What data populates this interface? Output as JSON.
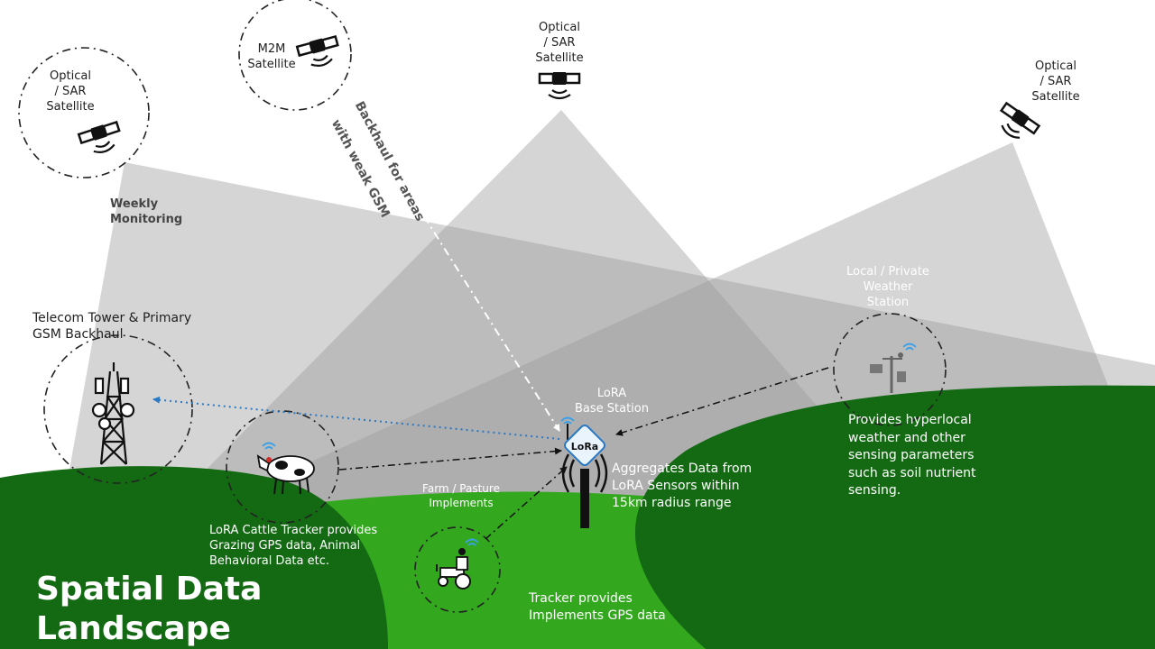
{
  "title": {
    "line1": "Spatial Data",
    "line2": "Landscape"
  },
  "satellites": {
    "optical_left": {
      "line1": "Optical",
      "line2": "/ SAR",
      "line3": "Satellite"
    },
    "m2m": {
      "line1": "M2M",
      "line2": "Satellite"
    },
    "optical_center": {
      "line1": "Optical",
      "line2": "/ SAR",
      "line3": "Satellite"
    },
    "optical_right": {
      "line1": "Optical",
      "line2": "/ SAR",
      "line3": "Satellite"
    }
  },
  "annotations": {
    "weekly": {
      "line1": "Weekly",
      "line2": "Monitoring"
    },
    "backhaul": {
      "line1": "Backhaul for areas",
      "line2": "with weak GSM"
    }
  },
  "tower": {
    "line1": "Telecom Tower & Primary",
    "line2": "GSM Backhaul"
  },
  "base_station": {
    "line1": "LoRA",
    "line2": "Base Station",
    "badge": "LoRa"
  },
  "weather": {
    "line1": "Local / Private",
    "line2": "Weather",
    "line3": "Station"
  },
  "implements": {
    "line1": "Farm / Pasture",
    "line2": "Implements"
  },
  "descriptions": {
    "cattle": {
      "line1": "LoRA Cattle Tracker provides",
      "line2": "Grazing GPS data, Animal",
      "line3": "Behavioral Data etc."
    },
    "aggregates": {
      "line1": "Aggregates Data from",
      "line2": "LoRA Sensors within",
      "line3": "15km radius range"
    },
    "hyperlocal": {
      "line1": "Provides hyperlocal",
      "line2": "weather and other",
      "line3": "sensing parameters",
      "line4": "such as  soil nutrient",
      "line5": "sensing."
    },
    "tractor": {
      "line1": "Tracker provides",
      "line2": "Implements GPS data"
    }
  },
  "colors": {
    "hill_dark": "#136a13",
    "hill_light": "#33a81f",
    "beam": "#9a9a9a",
    "link_blue": "#2b78c4",
    "wifi_blue": "#3aa0e8"
  },
  "icons": [
    "satellite-icon",
    "telecom-tower-icon",
    "cow-icon",
    "tractor-icon",
    "weather-station-icon",
    "lora-badge-icon",
    "antenna-icon",
    "wifi-signal-icon"
  ]
}
